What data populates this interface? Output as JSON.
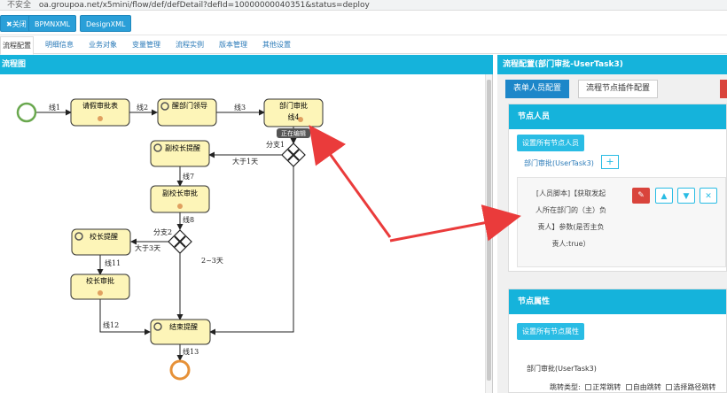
{
  "browser": {
    "security_label": "不安全",
    "url": "oa.groupoa.net/x5mini/flow/def/defDetail?defId=10000000040351&status=deploy"
  },
  "toolbar": {
    "close_label": "✖关闭",
    "bpmn_label": "BPMNXML",
    "design_label": "DesignXML"
  },
  "tabs": [
    "流程配置",
    "明细信息",
    "业务对象",
    "变量管理",
    "流程实例",
    "版本管理",
    "其他设置"
  ],
  "left_panel": {
    "title": "流程图"
  },
  "flow": {
    "nodes": {
      "n1": "请假审批表",
      "n2": "醒部门领导",
      "n3a": "部门审批",
      "n3b": "线4",
      "n4": "副校长提醒",
      "n5": "副校长审批",
      "n6": "校长提醒",
      "n7": "校长审批",
      "n8": "结束提醒"
    },
    "edges": {
      "e1": "线1",
      "e2": "线2",
      "e3": "线3",
      "g1": "分支1",
      "e5": "大于1天",
      "e7": "线7",
      "e8": "线8",
      "g2": "分支2",
      "e10": "大于3天",
      "e_23": "2~3天",
      "e11": "线11",
      "e12": "线12",
      "e13": "线13"
    },
    "editing_badge": "正在编辑"
  },
  "right_panel": {
    "title": "流程配置(部门审批-UserTask3)",
    "tab_active": "表单人员配置",
    "tab_other": "流程节点插件配置",
    "node_users": {
      "header": "节点人员",
      "set_all_button": "设置所有节点人员",
      "task_link": "部门审批(UserTask3)",
      "plus": "+",
      "condition_lines": [
        "[人员脚本]【获取发起",
        "人所在部门的（主）负",
        "责人】参数(是否主负",
        "责人:true）"
      ]
    },
    "node_props": {
      "header": "节点属性",
      "set_all_button": "设置所有节点属性",
      "task_label": "部门审批(UserTask3)",
      "jump_type_label": "跳转类型:",
      "jump_options": [
        "正常跳转",
        "自由跳转",
        "选择路径跳转"
      ]
    }
  },
  "colors": {
    "header_blue": "#15b3db",
    "button_blue": "#2a9fd8",
    "task_fill": "#fdf5b8",
    "start_ring": "#6aa84f",
    "end_ring": "#e69138",
    "arrow_red": "#ea3b3b"
  }
}
